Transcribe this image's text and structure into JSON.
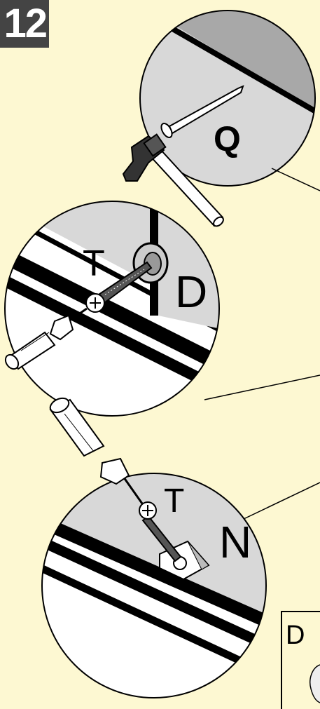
{
  "step": {
    "number": "12"
  },
  "labels": {
    "nail": "Q",
    "screw_top": "T",
    "dowel_top": "D",
    "screw_bottom": "T",
    "bracket_bottom": "N",
    "inset_letter": "D"
  },
  "colors": {
    "background": "#fdf8d2",
    "badge": "#444444",
    "panel_grey": "#d8d8d8",
    "dark_grey": "#a8a8a8"
  },
  "icons": [
    "hammer-icon",
    "nail-icon",
    "screwdriver-icon",
    "screw-icon",
    "cam-dowel-icon",
    "corner-bracket-icon"
  ]
}
